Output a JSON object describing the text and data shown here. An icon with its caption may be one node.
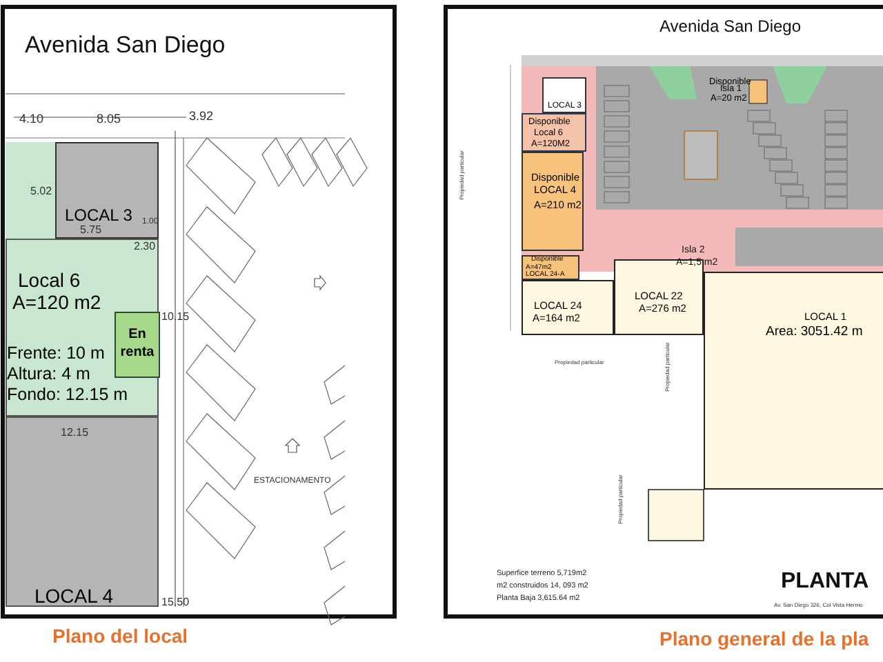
{
  "diagram": {
    "nodes": [
      {
        "text": [
          "LOCAL 3"
        ]
      },
      {
        "text": [
          "Local 6",
          "A=120 m2",
          "Frente: 10 m",
          "Altura:  4 m",
          "Fondo: 12.15 m"
        ]
      },
      {
        "text": [
          "En renta"
        ],
        "in": 1
      },
      {
        "text": [
          "LOCAL 4"
        ]
      },
      {
        "text": [
          "LOCAL 3"
        ]
      },
      {
        "text": [
          "Disponible",
          "Local 6",
          "A=120M2"
        ]
      },
      {
        "text": [
          "Disponible",
          "LOCAL 4",
          "A=210 m2"
        ]
      },
      {
        "text": [
          "Disponible",
          "A=47m2",
          "LOCAL 24-A"
        ]
      },
      {
        "text": [
          "LOCAL 24",
          "A=164 m2"
        ]
      },
      {
        "text": [
          "LOCAL 22",
          "A=276 m2"
        ]
      },
      {
        "text": [
          "Disponible",
          "Isla 1",
          "A=20 m2"
        ]
      },
      {
        "text": [
          "LOCAL 1",
          "Area: 3051.42 m"
        ]
      }
    ],
    "labels": [
      "Avenida San Diego",
      "4.10",
      "8.05",
      "3.92",
      "5.02",
      "1.00",
      "5.75",
      "2.30",
      "10.15",
      "12.15",
      "ESTACIONAMENTO",
      "15.50",
      "Plano del local",
      "Avenida San Diego",
      "Isla 2",
      "A=1,5 m2",
      "Propiedad particular",
      "Propiedad particular",
      "Propiedad particular",
      "Propiedad particular",
      "Superfice terreno 5,719m2",
      "m2 construidos 14, 093 m2",
      "Planta Baja 3,615.64 m2",
      "PLANTA",
      "Av. San Diego 326, Col Vista Hermo",
      "Plano general de la pla"
    ]
  }
}
